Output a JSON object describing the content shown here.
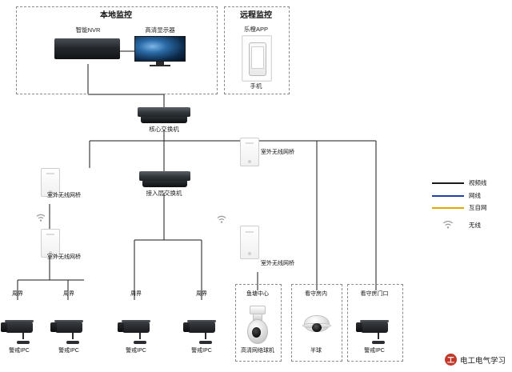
{
  "diagram": {
    "title_local": "本地监控",
    "title_remote": "远程监控",
    "local": {
      "nvr_label": "智能NVR",
      "monitor_label": "高清显示器"
    },
    "remote": {
      "app_label": "乐橙APP",
      "phone_label": "手机"
    },
    "core_switch": "核心交换机",
    "access_switch": "接入层交换机",
    "bridges": [
      {
        "label": "室外无线网桥"
      },
      {
        "label": "室外无线网桥"
      },
      {
        "label": "室外无线网桥"
      },
      {
        "label": "室外无线网桥"
      }
    ],
    "sites": [
      "周界",
      "周界",
      "周界",
      "周界",
      "鱼塘中心",
      "看守房内",
      "看守房门口"
    ],
    "cameras": [
      "警戒IPC",
      "警戒IPC",
      "警戒IPC",
      "警戒IPC",
      "高清网络球机",
      "半球",
      "警戒IPC"
    ]
  },
  "legend": {
    "items": [
      {
        "label": "视频线",
        "style": "solid-black"
      },
      {
        "label": "网线",
        "style": "solid-blue"
      },
      {
        "label": "互自网",
        "style": "solid-yellow"
      },
      {
        "label": "无线",
        "style": "wifi"
      }
    ]
  },
  "footer": {
    "badge": "工",
    "brand": "电工电气学习"
  }
}
